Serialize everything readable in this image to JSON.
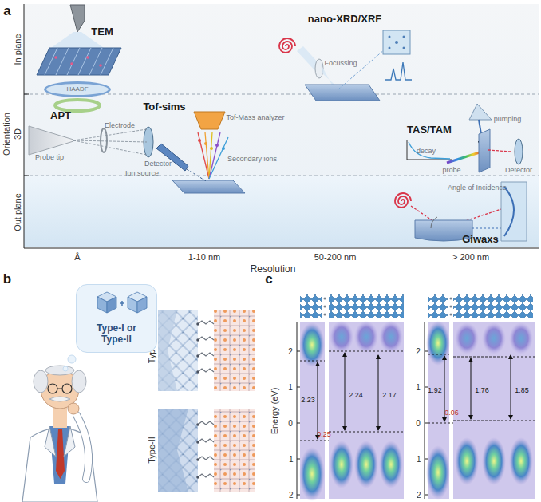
{
  "diagram": {
    "nodes": [
      {
        "text": [
          "HAADF"
        ]
      },
      {
        "text": [
          "Type-I or Type-II"
        ]
      }
    ],
    "labels": [
      "a",
      "TEM",
      "APT",
      "Probe tip",
      "Electrode",
      "Detector",
      "Tof-sims",
      "Tof-Mass analyzer",
      "Ion source",
      "Secondary ions",
      "nano-XRD/XRF",
      "Focussing",
      "TAS/TAM",
      "pumping",
      "decay",
      "probe",
      "Detector",
      "Angle of Incidence",
      "Giwaxs",
      "In plane",
      "Orientation",
      "3D",
      "Out plane",
      "Å",
      "1-10 nm",
      "50-200 nm",
      "> 200 nm",
      "Resolution",
      "b",
      "Type-I",
      "Type-II",
      "c",
      "Energy (eV)",
      "2",
      "1",
      "0",
      "-1",
      "-2",
      "2.23",
      "0.25",
      "2.24",
      "2.17",
      "2",
      "1",
      "0",
      "-1",
      "-2",
      "1.92",
      "0.06",
      "1.76",
      "1.85"
    ]
  }
}
